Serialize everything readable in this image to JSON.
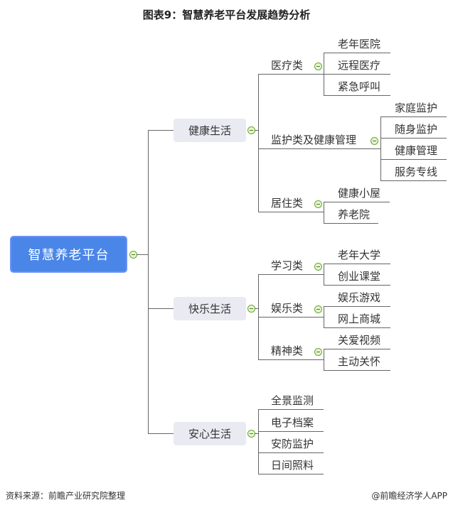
{
  "title": "图表9：智慧养老平台发展趋势分析",
  "root": {
    "label": "智慧养老平台"
  },
  "branches": [
    {
      "label": "健康生活",
      "children": [
        {
          "label": "医疗类",
          "children": [
            "老年医院",
            "远程医疗",
            "紧急呼叫"
          ]
        },
        {
          "label": "监护类及健康管理",
          "children": [
            "家庭监护",
            "随身监护",
            "健康管理",
            "服务专线"
          ]
        },
        {
          "label": "居住类",
          "children": [
            "健康小屋",
            "养老院"
          ]
        }
      ]
    },
    {
      "label": "快乐生活",
      "children": [
        {
          "label": "学习类",
          "children": [
            "老年大学",
            "创业课堂"
          ]
        },
        {
          "label": "娱乐类",
          "children": [
            "娱乐游戏",
            "网上商城"
          ]
        },
        {
          "label": "精神类",
          "children": [
            "关爱视频",
            "主动关怀"
          ]
        }
      ]
    },
    {
      "label": "安心生活",
      "children": [
        {
          "label": "全景监测"
        },
        {
          "label": "电子档案"
        },
        {
          "label": "安防监护"
        },
        {
          "label": "日间照料"
        }
      ]
    }
  ],
  "footer": {
    "source": "资料来源：前瞻产业研究院整理",
    "credit": "@前瞻经济学人APP"
  },
  "colors": {
    "root": "#4a86e8",
    "branch_bg": "#e9eaf2",
    "toggle": "#6aa52a"
  }
}
